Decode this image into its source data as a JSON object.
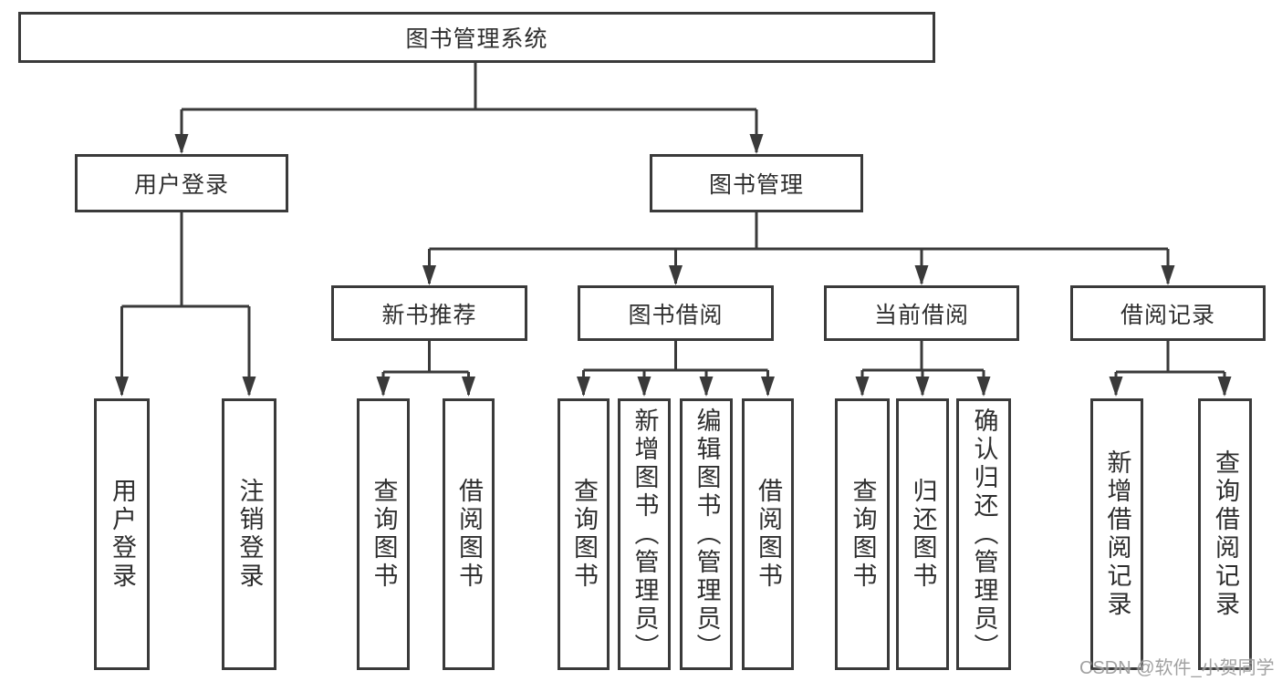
{
  "diagram": {
    "root": "图书管理系统",
    "level2": [
      "用户登录",
      "图书管理"
    ],
    "level3": [
      "新书推荐",
      "图书借阅",
      "当前借阅",
      "借阅记录"
    ],
    "login_children": [
      "用户登录",
      "注销登录"
    ],
    "recommend_children": [
      "查询图书",
      "借阅图书"
    ],
    "borrow_children": [
      "查询图书",
      "新增图书（管理员）",
      "编辑图书（管理员）",
      "借阅图书"
    ],
    "current_children": [
      "查询图书",
      "归还图书",
      "确认归还（管理员）"
    ],
    "records_children": [
      "新增借阅记录",
      "查询借阅记录"
    ]
  },
  "watermark": {
    "text": "CSDN @软件_小贺同学"
  },
  "colors": {
    "line": "#3a3a3a",
    "border": "#3a3a3a",
    "text": "#2e2e2e",
    "background": "#ffffff",
    "watermark": "#919191"
  }
}
